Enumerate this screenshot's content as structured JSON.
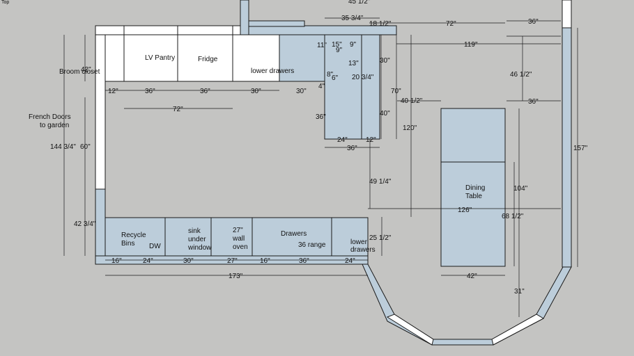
{
  "view_label": "Top",
  "labels": {
    "lv_pantry": "LV Pantry",
    "fridge": "Fridge",
    "lower_drawers_top": "lower drawers",
    "broom_closet": "Broom closet",
    "french_doors_1": "French Doors",
    "french_doors_2": "to garden",
    "recycle_1": "Recycle",
    "recycle_2": "Bins",
    "dw": "DW",
    "sink_1": "sink",
    "sink_2": "under",
    "sink_3": "window",
    "oven_1": "27\"",
    "oven_2": "wall",
    "oven_3": "oven",
    "drawers": "Drawers",
    "range": "36 range",
    "lower_drawers_bottom_1": "lower",
    "lower_drawers_bottom_2": "drawers",
    "dining_1": "Dining",
    "dining_2": "Table"
  },
  "dimensions": {
    "top_45_half": "45 1/2\"",
    "d35_3q": "35 3/4\"",
    "d18_half": "18 1/2\"",
    "d72_top": "72\"",
    "d36_topright": "36\"",
    "d119": "119\"",
    "d11": "11\"",
    "d15": "15\"",
    "d9": "9\"",
    "d9b": "9\"",
    "d13": "13\"",
    "d8a": "8\"",
    "d6": "6\"",
    "d20_3q": "20 3/4\"",
    "d30_island": "30\"",
    "d70": "70\"",
    "d4": "4\"",
    "d40": "40\"",
    "d36_island_side": "36\"",
    "d120": "120\"",
    "d40_half": "40 1/2\"",
    "d36_dining": "36\"",
    "d46_half": "46 1/2\"",
    "d24_island": "24\"",
    "d12_island": "12\"",
    "d36_island_bottom": "36\"",
    "d42_left": "42\"",
    "d12_left": "12\"",
    "d36_pantry": "36\"",
    "d36_fridge": "36\"",
    "d30_lower": "30\"",
    "d30_next": "30\"",
    "d72_under": "72\"",
    "d144_3q": "144 3/4\"",
    "d60": "60\"",
    "d42_3q": "42 3/4\"",
    "d157": "157\"",
    "d104": "104\"",
    "d68_half": "68 1/2\"",
    "d49_q": "49 1/4\"",
    "d126": "126\"",
    "d25_half": "25 1/2\"",
    "d42_table": "42\"",
    "d31": "31\"",
    "d173": "173\"",
    "b16a": "16\"",
    "b24a": "24\"",
    "b30": "30\"",
    "b27": "27\"",
    "b16b": "16\"",
    "b36": "36\"",
    "b24b": "24\""
  },
  "colors": {
    "background": "#c4c4c2",
    "cabinet_fill": "#bccdda",
    "appliance_fill": "#ffffff",
    "line": "#1a1a1a"
  }
}
